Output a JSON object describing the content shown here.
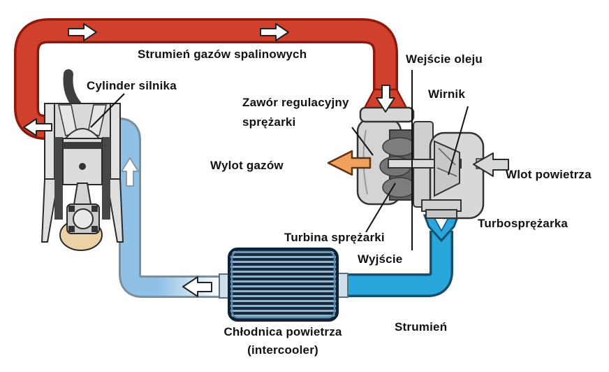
{
  "diagram": {
    "title": "Turbocharger system schematic (Polish labels)",
    "labels": {
      "exhaust_stream": "Strumień gazów spalinowych",
      "engine_cylinder": "Cylinder silnika",
      "wastegate_line1": "Zawór regulacyjny",
      "wastegate_line2": "sprężarki",
      "oil_inlet": "Wejście oleju",
      "rotor": "Wirnik",
      "gas_outlet": "Wylot gazów",
      "air_inlet": "Wlot powietrza",
      "turbocharger": "Turbosprężarka",
      "compressor_turbine": "Turbina sprężarki",
      "outlet": "Wyjście",
      "stream": "Strumień",
      "intercooler_line1": "Chłodnica powietrza",
      "intercooler_line2": "(intercooler)"
    },
    "colors": {
      "exhaust_pipe": "#d0402c",
      "exhaust_pipe_outline": "#8c1a0c",
      "intake_pipe": "#8fc0e6",
      "intake_pipe_outline": "#7d8e9b",
      "charge_pipe": "#29a6db",
      "charge_pipe_outline": "#14506e",
      "gas_outlet_arrow": "#f2a05e",
      "air_inlet_arrow": "#d4d8d8",
      "intercooler_dark": "#17293d",
      "intercooler_light": "#8fb4cc",
      "engine_metal": "#d9d9d9",
      "crank_weight": "#ecd0a6",
      "text": "#111111"
    }
  }
}
